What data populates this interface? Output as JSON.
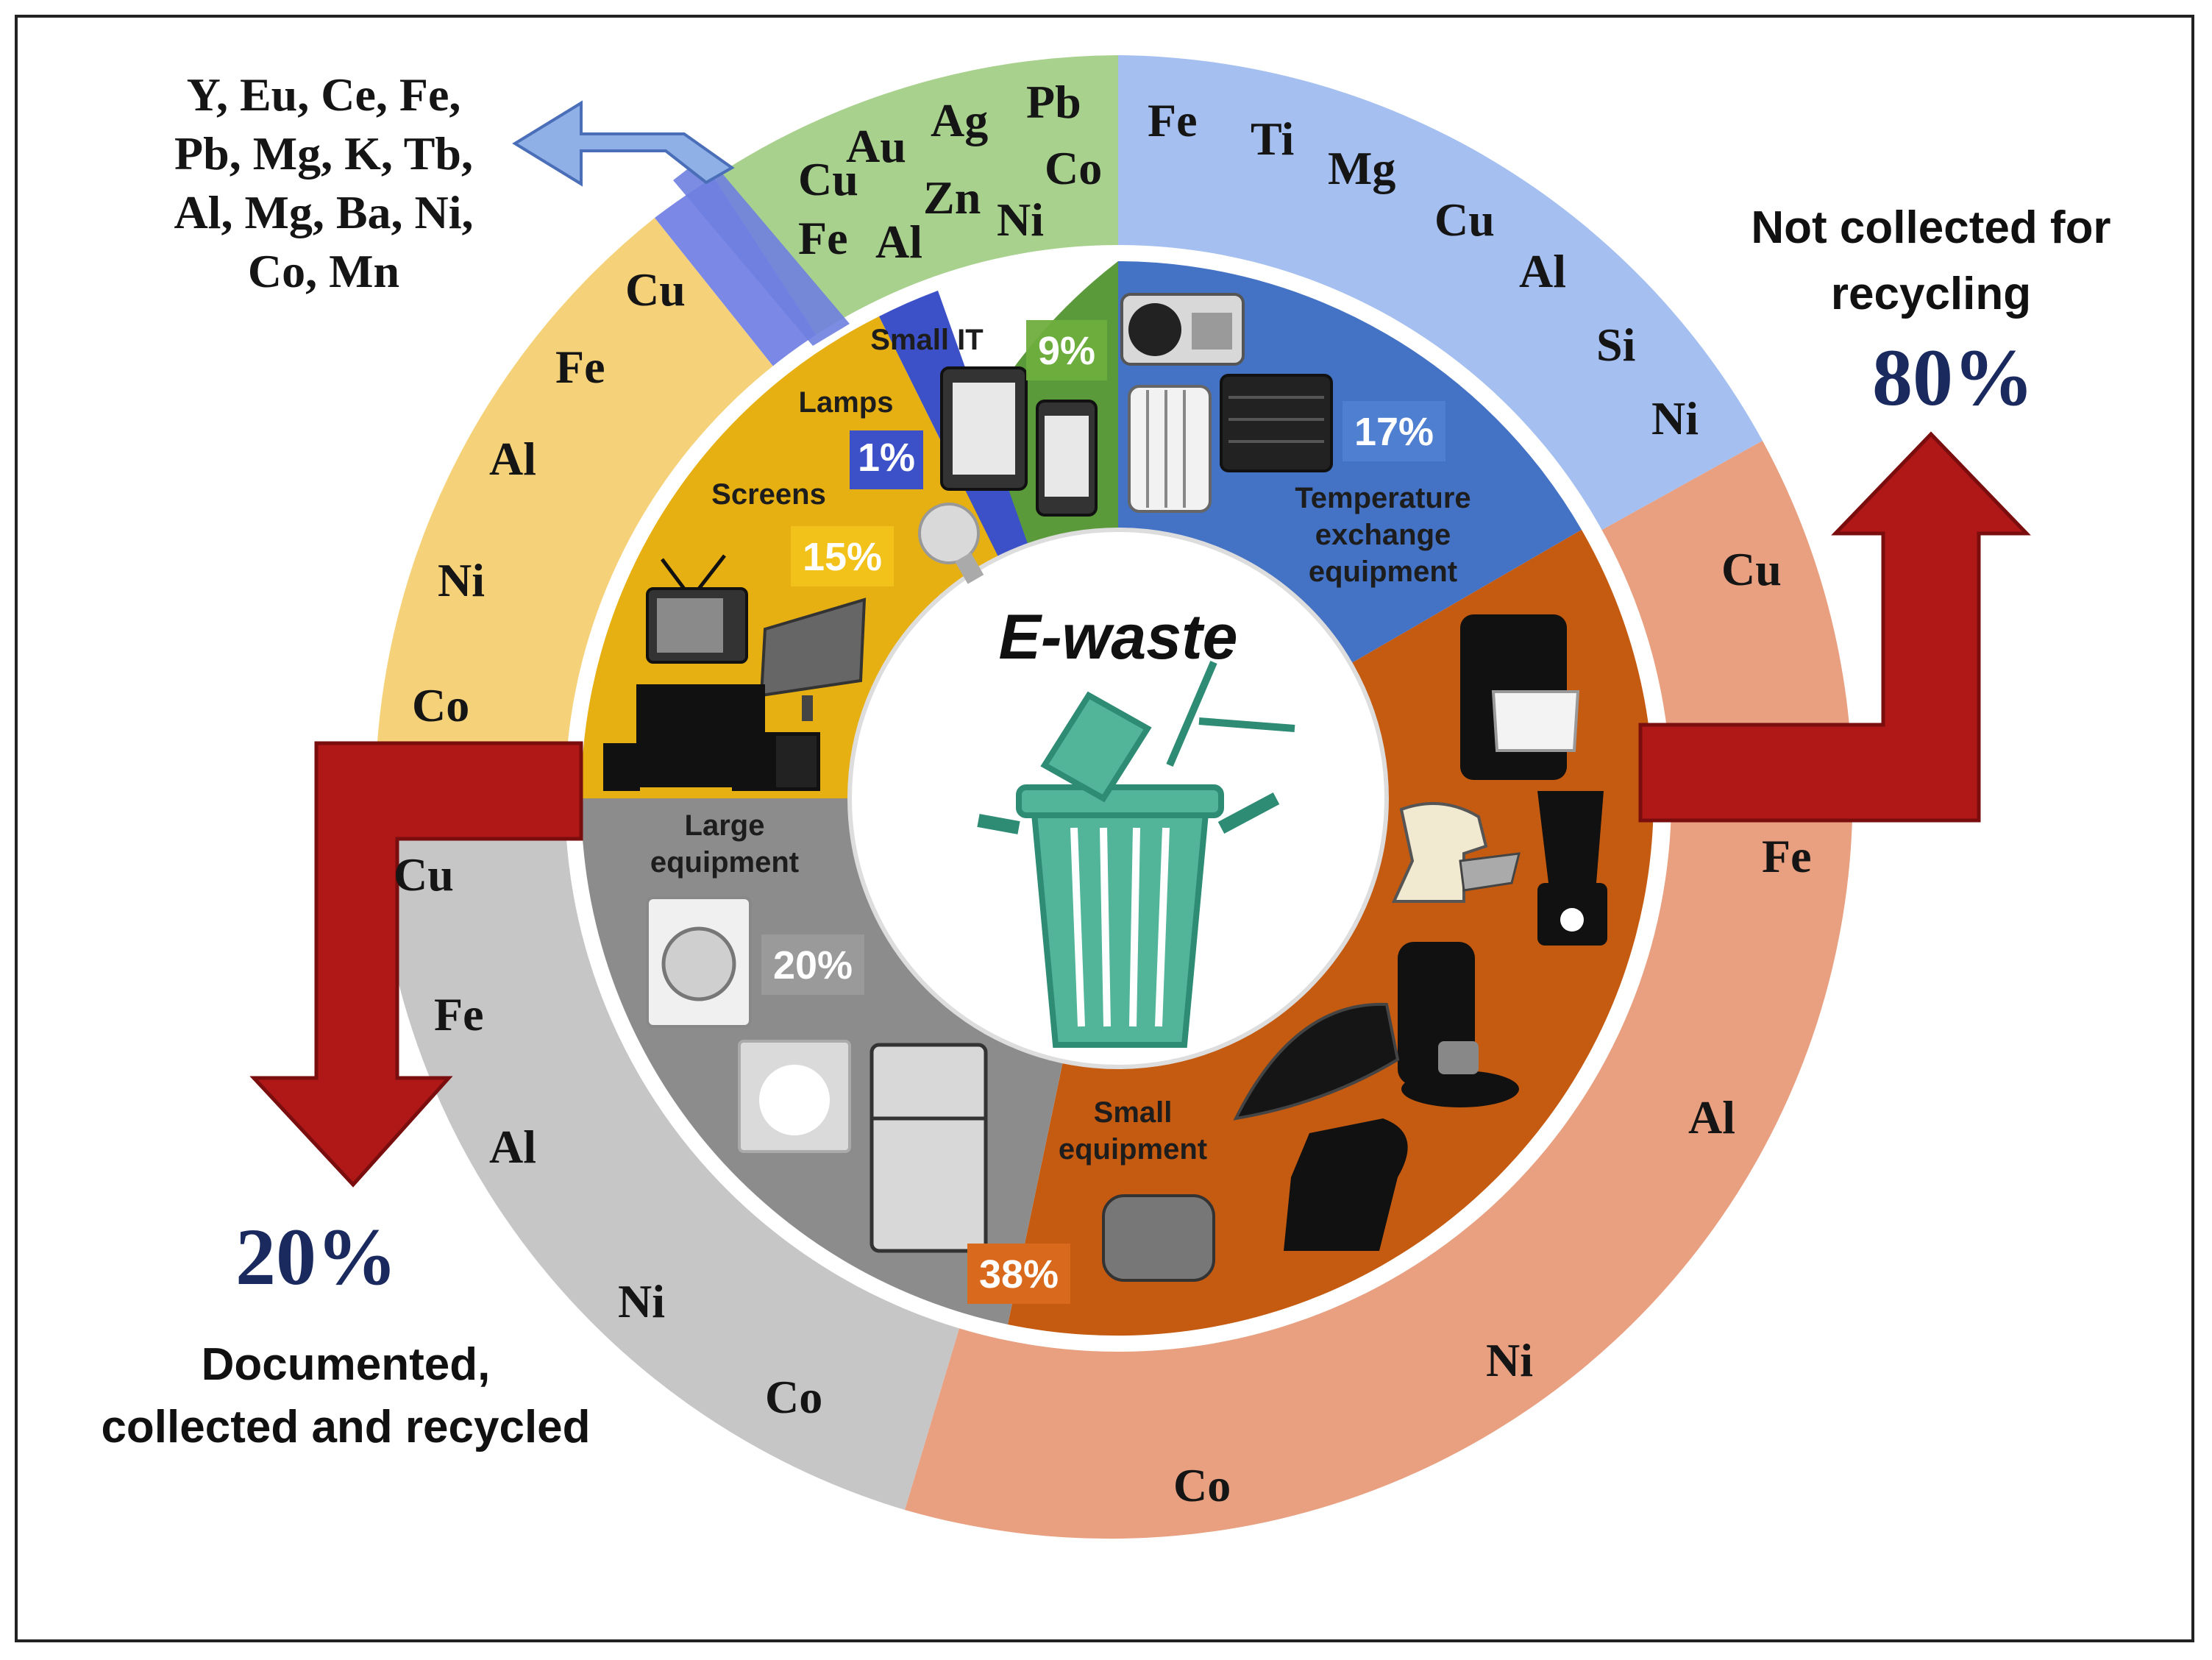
{
  "center": {
    "title": "E-waste"
  },
  "segments": [
    {
      "id": "small_it",
      "label": "Small IT",
      "value_label": "9%",
      "color": "#5b9a3a",
      "outer_color": "#a9d18e",
      "metals": [
        "Cu",
        "Au",
        "Ag",
        "Pb",
        "Co",
        "Fe",
        "Al",
        "Zn",
        "Ni"
      ]
    },
    {
      "id": "temperature",
      "label": "Temperature exchange equipment",
      "label_lines": [
        "Temperature",
        "exchange",
        "equipment"
      ],
      "value_label": "17%",
      "color": "#4472c4",
      "outer_color": "#a4bff0",
      "metals": [
        "Fe",
        "Ti",
        "Mg",
        "Cu",
        "Al",
        "Si",
        "Ni"
      ]
    },
    {
      "id": "small_equipment",
      "label": "Small equipment",
      "label_lines": [
        "Small",
        "equipment"
      ],
      "value_label": "38%",
      "color": "#c55a11",
      "outer_color": "#e8a080",
      "metals": [
        "Cu",
        "Fe",
        "Al",
        "Ni",
        "Co"
      ]
    },
    {
      "id": "large_equipment",
      "label": "Large equipment",
      "label_lines": [
        "Large",
        "equipment"
      ],
      "value_label": "20%",
      "color": "#8c8c8c",
      "outer_color": "#c6c6c6",
      "metals": [
        "Cu",
        "Fe",
        "Al",
        "Ni",
        "Co"
      ]
    },
    {
      "id": "screens",
      "label": "Screens",
      "value_label": "15%",
      "color": "#e6b012",
      "outer_color": "#f5d27a",
      "metals": [
        "Cu",
        "Fe",
        "Al",
        "Ni",
        "Co"
      ]
    },
    {
      "id": "lamps",
      "label": "Lamps",
      "value_label": "1%",
      "color": "#3c50c8",
      "outer_color": "#7b88e6",
      "metals": [
        "Y, Eu, Ce, Fe,",
        "Pb, Mg, K, Tb,",
        "Al, Mg, Ba, Ni,",
        "Co, Mn"
      ]
    }
  ],
  "flows": {
    "not_collected": {
      "text_lines": [
        "Not collected for",
        "recycling"
      ],
      "value": "80%",
      "color": "#b01818"
    },
    "collected": {
      "text_lines": [
        "Documented,",
        "collected and recycled"
      ],
      "value": "20%",
      "color": "#b01818"
    }
  },
  "icons": [
    "air-conditioner-icon",
    "radiator-icon",
    "tablet-icon",
    "phone-icon",
    "light-bulb-icon",
    "tv-icon",
    "monitor-icon",
    "washing-machine-icon",
    "dryer-icon",
    "fridge-icon",
    "coffee-maker-icon",
    "mixer-icon",
    "blender-icon",
    "espresso-icon",
    "iron-icon",
    "kettle-icon",
    "toaster-icon",
    "trash-bin-icon"
  ]
}
